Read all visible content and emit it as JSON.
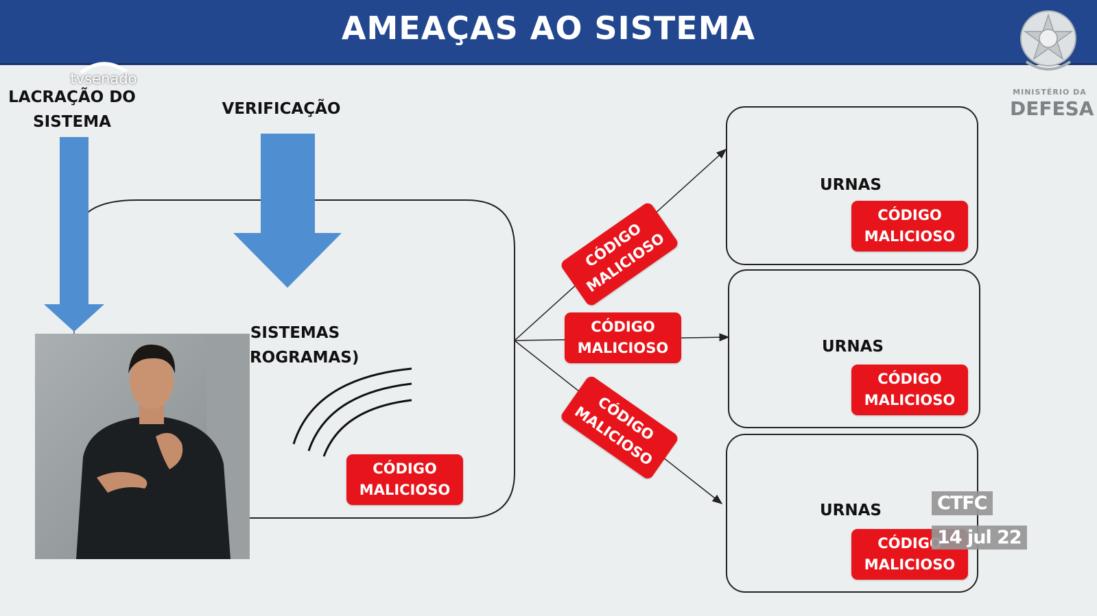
{
  "header": {
    "title": "AMEAÇAS AO SISTEMA"
  },
  "broadcaster": {
    "logo_text": "tvsenado"
  },
  "ministry": {
    "line1": "MINISTÉRIO DA",
    "line2": "DEFESA"
  },
  "labels": {
    "lacracao_line1": "LACRAÇÃO DO",
    "lacracao_line2": "SISTEMA",
    "verificacao": "VERIFICAÇÃO",
    "sistemas_line1": "SISTEMAS",
    "sistemas_line2": "(PROGRAMAS)"
  },
  "malicious": {
    "line1": "CÓDIGO",
    "line2": "MALICIOSO"
  },
  "urnas": [
    {
      "label": "URNAS"
    },
    {
      "label": "URNAS"
    },
    {
      "label": "URNAS"
    }
  ],
  "overlay": {
    "committee": "CTFC",
    "date": "14 jul 22"
  },
  "colors": {
    "header": "#22478f",
    "arrow": "#4f8fd1",
    "malicious": "#e8141b",
    "background": "#eceff0"
  }
}
